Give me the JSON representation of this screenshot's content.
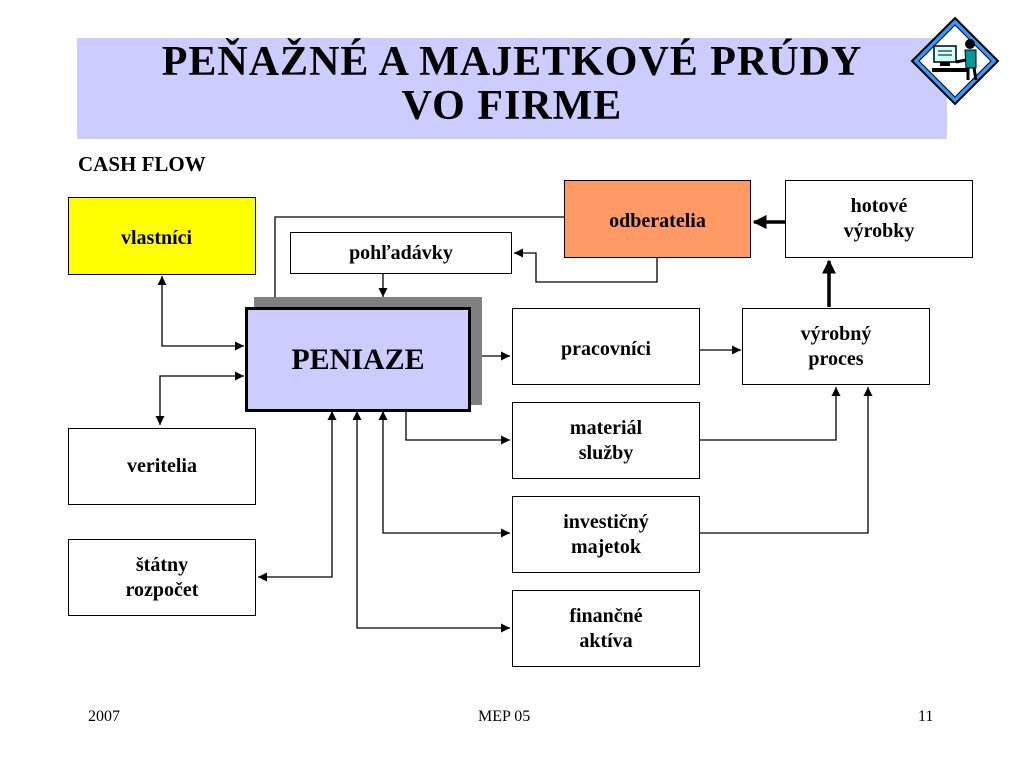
{
  "title": {
    "line1": "PEŇAŽNÉ  A  MAJETKOVÉ  PRÚDY",
    "line2": "VO  FIRME"
  },
  "subtitle": "CASH FLOW",
  "boxes": {
    "vlastnici": "vlastníci",
    "pohladavky": "pohľadávky",
    "odberatelia": "odberatelia",
    "hotove_vyrobky": "hotové\nvýrobky",
    "peniaze": "PENIAZE",
    "pracovnici": "pracovníci",
    "vyrobny_proces": "výrobný\nproces",
    "veritelia": "veritelia",
    "material_sluzby": "materiál\nslužby",
    "statny_rozpocet": "štátny\nrozpočet",
    "investicny_majetok": "investičný\nmajetok",
    "financne_aktiva": "finančné\naktíva"
  },
  "footer": {
    "year": "2007",
    "code": "MEP 05",
    "page": "11"
  },
  "colors": {
    "title_band": "#ccccff",
    "vlastnici": "#ffff00",
    "odberatelia": "#ff9966",
    "peniaze": "#ccccff"
  },
  "icons": [
    "computer-user-icon"
  ]
}
